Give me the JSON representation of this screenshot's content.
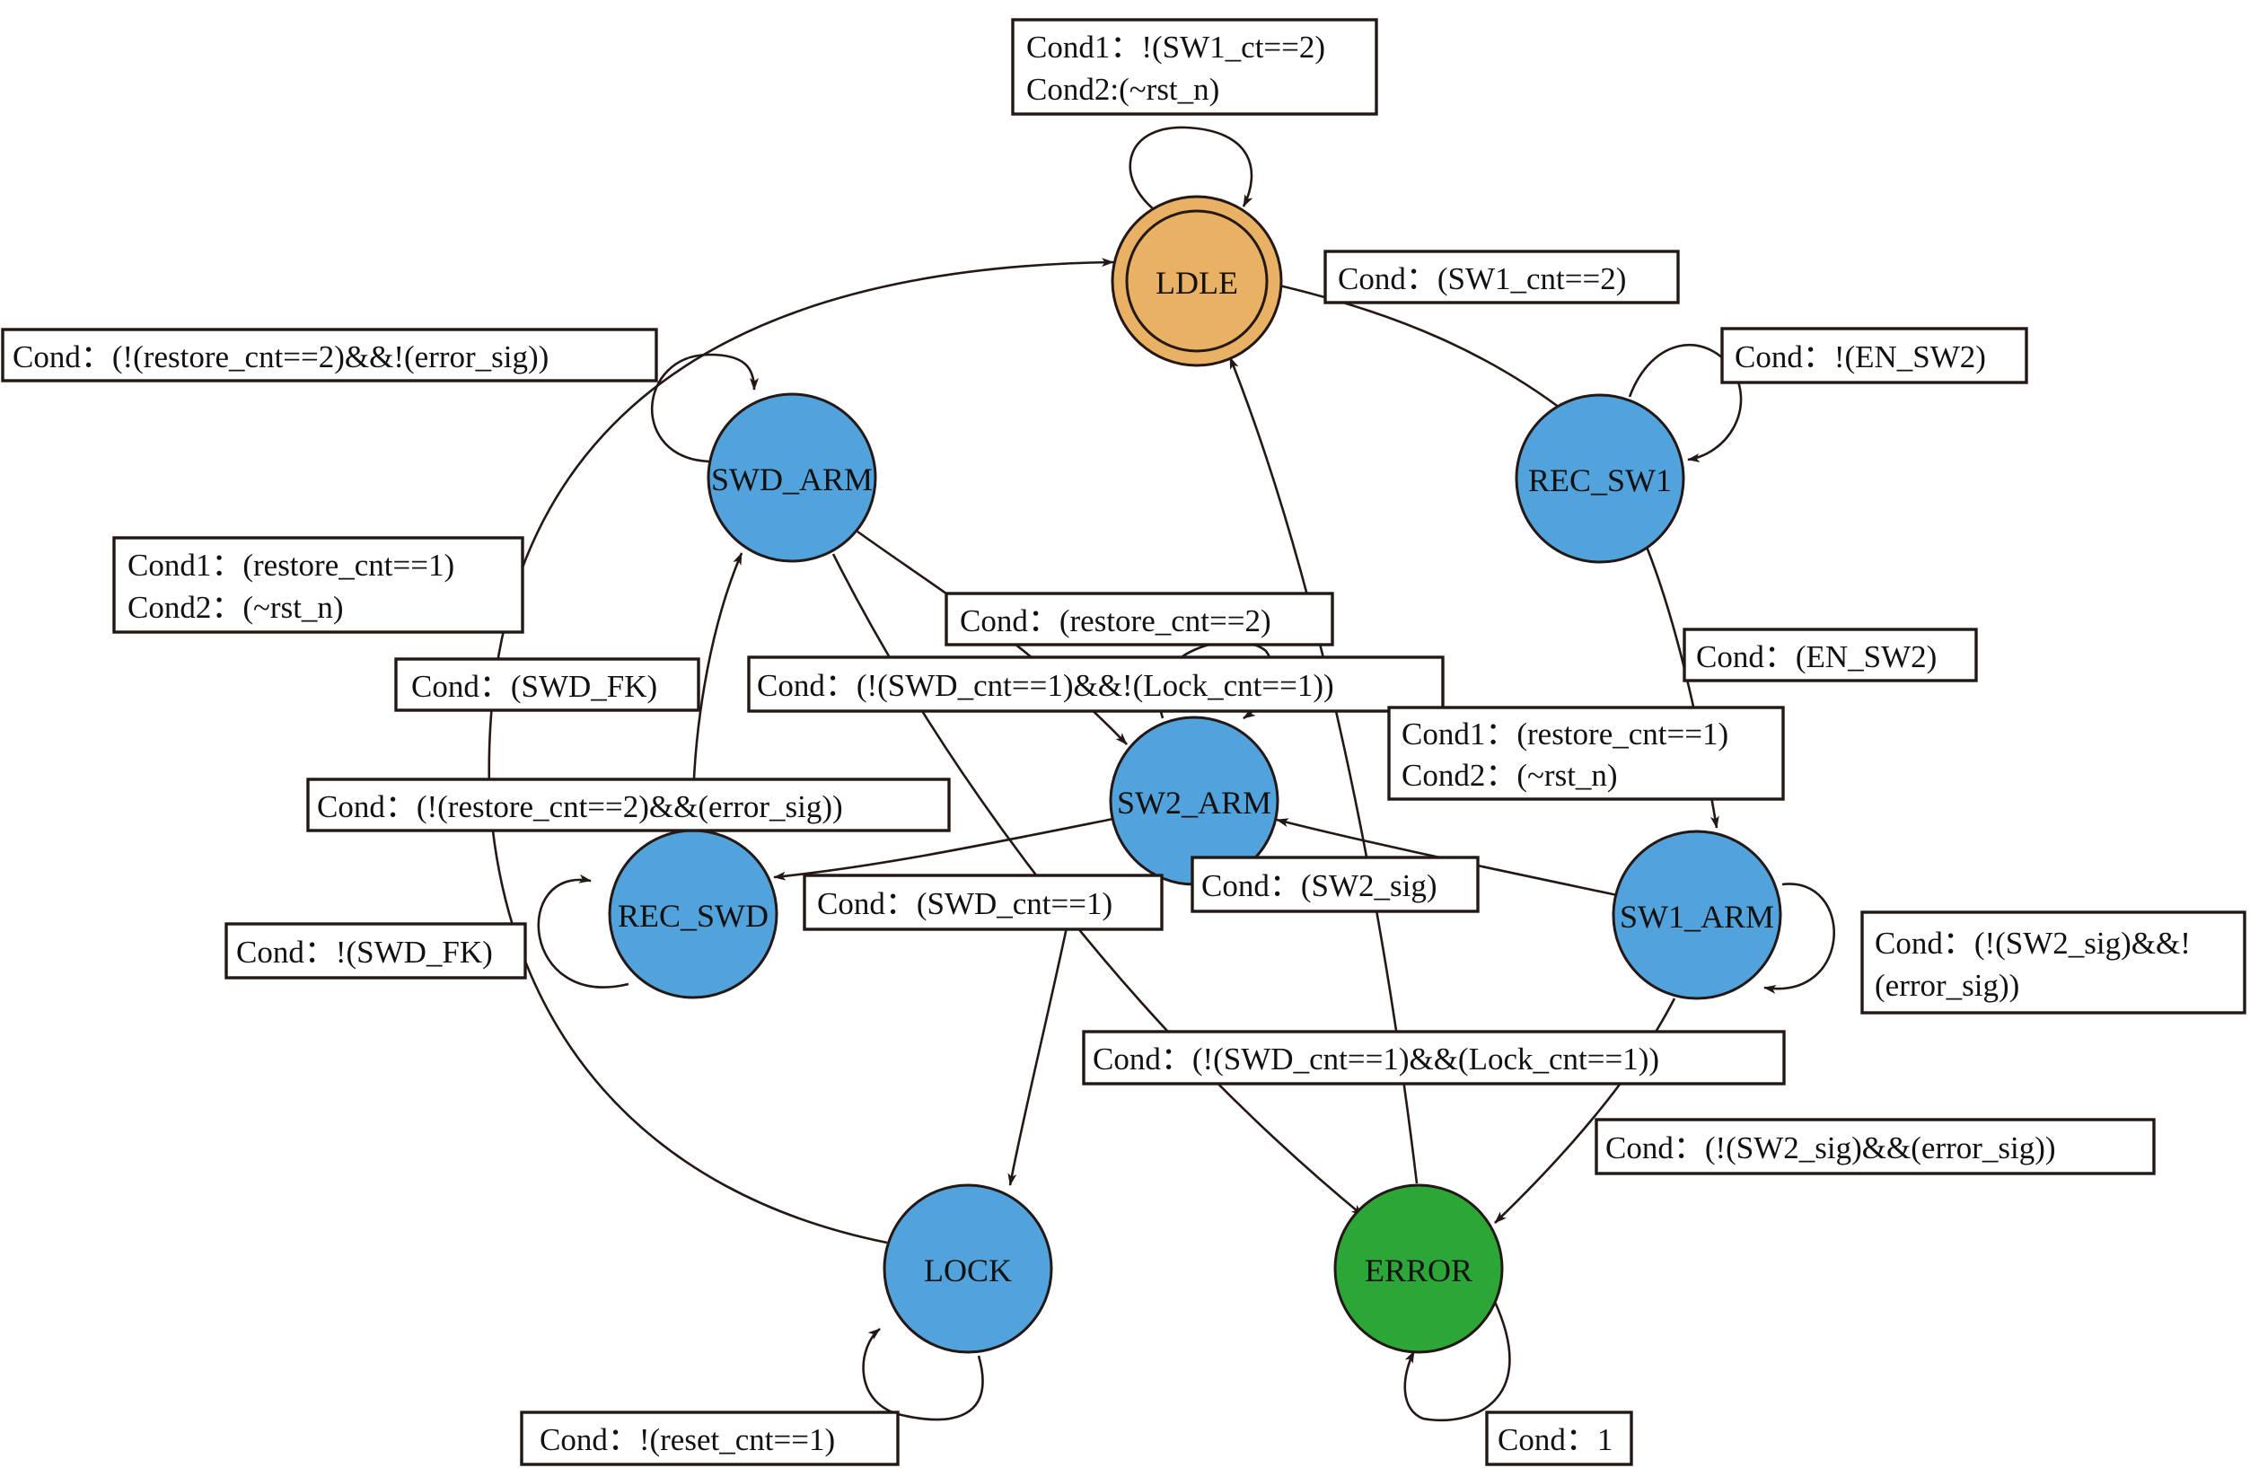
{
  "colors": {
    "start_state": "#E8B163",
    "state": "#52A2DC",
    "error_state": "#2BA637",
    "stroke": "#231815"
  },
  "states": {
    "ldle": "LDLE",
    "swd_arm": "SWD_ARM",
    "rec_sw1": "REC_SW1",
    "sw2_arm": "SW2_ARM",
    "rec_swd": "REC_SWD",
    "sw1_arm": "SW1_ARM",
    "lock": "LOCK",
    "error": "ERROR"
  },
  "labels": {
    "ldle_self_1": "Cond1：!(SW1_ct==2)",
    "ldle_self_2": "Cond2:(~rst_n)",
    "ldle_to_rec_sw1": "Cond：(SW1_cnt==2)",
    "swd_arm_self": "Cond：(!(restore_cnt==2)&&!(error_sig))",
    "rec_sw1_self": "Cond：!(EN_SW2)",
    "lock_to_ldle_1": "Cond1：(restore_cnt==1)",
    "lock_to_ldle_2": "Cond2：(~rst_n)",
    "swd_arm_to_sw2_arm": "Cond：(restore_cnt==2)",
    "rec_sw1_to_sw1_arm": "Cond：(EN_SW2)",
    "rec_swd_to_swd_arm": "Cond：(SWD_FK)",
    "sw2_arm_self": "Cond：(!(SWD_cnt==1)&&!(Lock_cnt==1))",
    "error_to_ldle_1": "Cond1：(restore_cnt==1)",
    "error_to_ldle_2": "Cond2：(~rst_n)",
    "swd_arm_to_error": "Cond：(!(restore_cnt==2)&&(error_sig))",
    "sw2_arm_to_rec_swd": "Cond：(SWD_cnt==1)",
    "sw1_arm_to_sw2_arm": "Cond：(SW2_sig)",
    "rec_swd_self": "Cond：!(SWD_FK)",
    "sw1_arm_self_1": "Cond：(!(SW2_sig)&&!",
    "sw1_arm_self_2": "(error_sig))",
    "sw2_arm_to_lock": "Cond：(!(SWD_cnt==1)&&(Lock_cnt==1))",
    "sw1_arm_to_error": "Cond：(!(SW2_sig)&&(error_sig))",
    "lock_self": "Cond：!(reset_cnt==1)",
    "error_self": "Cond：1"
  }
}
